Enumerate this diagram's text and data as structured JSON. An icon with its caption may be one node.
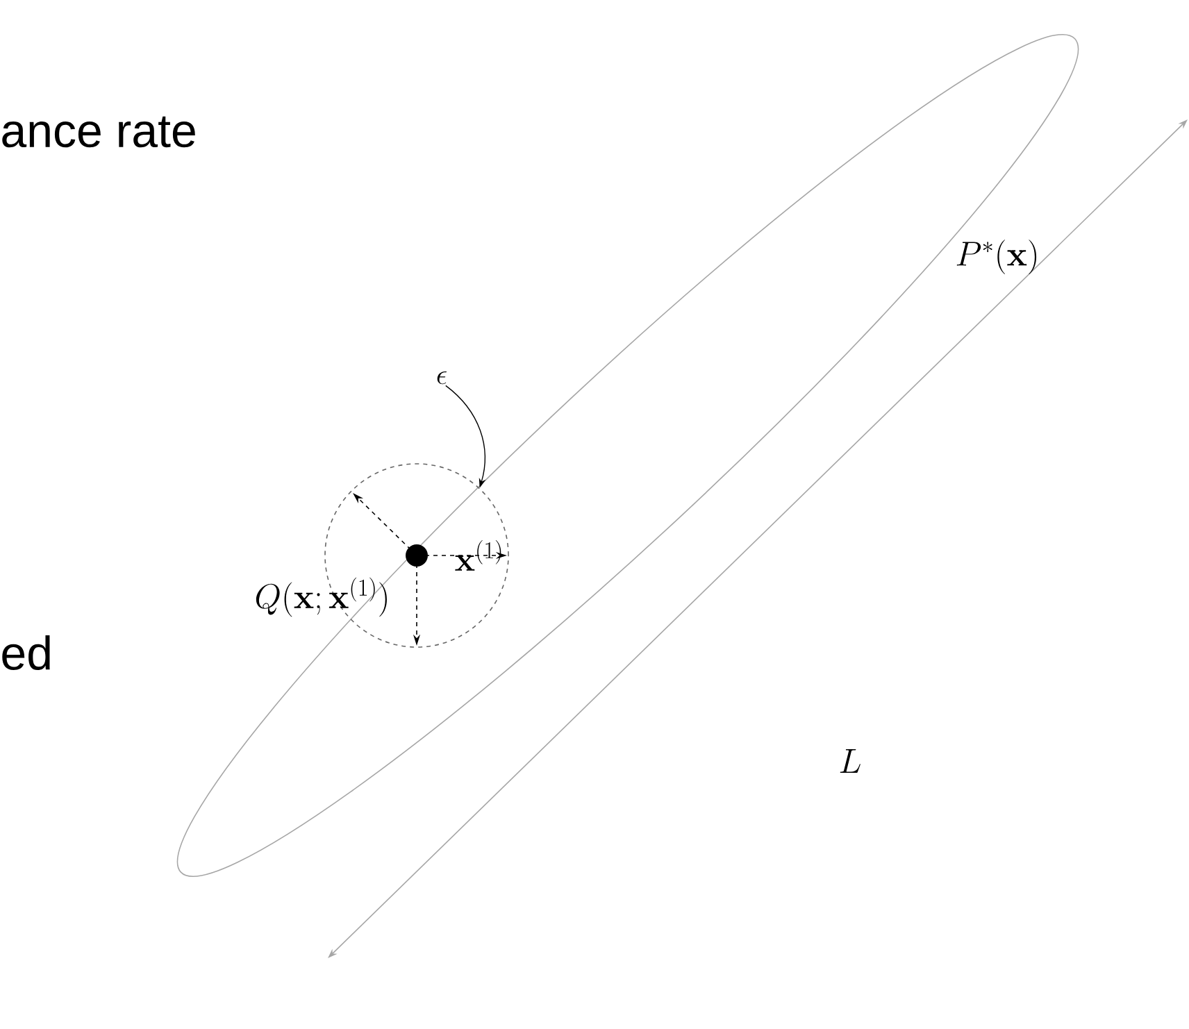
{
  "diagram": {
    "nodes": [
      {
        "text": [
          "\\epsilon"
        ]
      },
      {
        "text": [
          "\\mathbf{x}^{(1)}"
        ]
      }
    ],
    "edges": [
      {
        "from": 0,
        "to": 1,
        "arrow": "to"
      }
    ],
    "labels": [
      "ance rate",
      "P^*(\\mathbf{x})",
      "Q(\\mathbf{x};\\mathbf{x}^{(1)})",
      "ed",
      "L"
    ]
  }
}
